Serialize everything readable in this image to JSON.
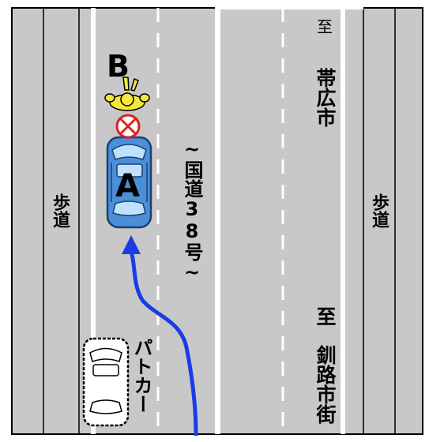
{
  "diagram": {
    "sidewalk_left": "歩道",
    "sidewalk_right": "歩道",
    "road_name": "~国道38号~",
    "direction_top_prefix": "至",
    "direction_top": "帯広市",
    "direction_bottom_prefix": "至",
    "direction_bottom": "釧路市街",
    "vehicle_a_label": "A",
    "person_b_label": "B",
    "patrol_car_label": "パトカー"
  },
  "colors": {
    "sidewalk": "#c8c8c8",
    "road": "#c8c8c8",
    "lane_marking": "#ffffff",
    "car_a": "#4a8fd8",
    "person_b": "#f6e83a",
    "arrow": "#1a3ce6",
    "no_symbol": "#e02020",
    "patrol_car": "#ffffff"
  },
  "icons": {
    "car_a": "sedan-top-view-icon",
    "person_b": "pedestrian-top-view-icon",
    "no_symbol": "prohibition-icon",
    "patrol_car": "patrol-car-top-view-icon",
    "arrow": "curved-arrow-icon"
  }
}
